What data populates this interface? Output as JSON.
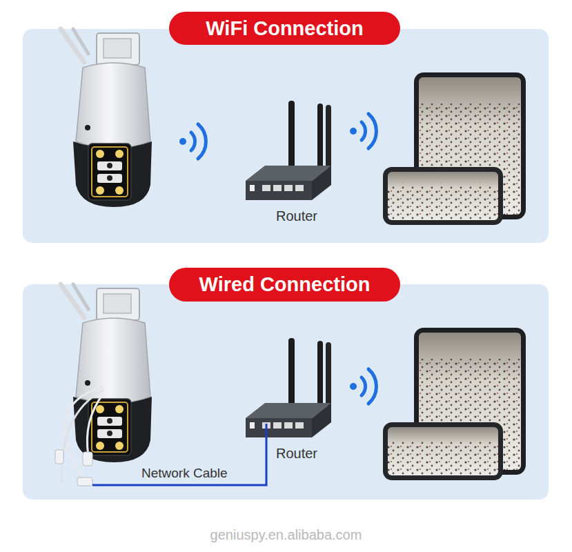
{
  "diagram": {
    "nodes": [
      {
        "text": [
          "WiFi Connection"
        ]
      },
      {
        "text": [
          "Router"
        ],
        "in": 0
      },
      {
        "text": [
          "Wired Connection"
        ]
      },
      {
        "text": [
          "Router"
        ],
        "in": 2
      }
    ],
    "labels": [
      "Network Cable",
      "geniuspy.en.alibaba.com"
    ]
  }
}
